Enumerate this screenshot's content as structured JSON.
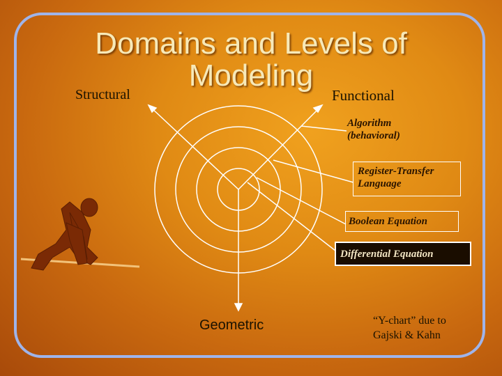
{
  "slide": {
    "title_line1": "Domains and Levels of",
    "title_line2": "Modeling",
    "axis_structural": "Structural",
    "axis_functional": "Functional",
    "axis_geometric": "Geometric",
    "levels": [
      {
        "line1": "Algorithm",
        "line2": "(behavioral)"
      },
      {
        "line1": "Register-Transfer",
        "line2": "Language"
      },
      {
        "line1": "Boolean Equation"
      },
      {
        "line1": "Differential Equation"
      }
    ],
    "credit_line1": "“Y-chart” due to",
    "credit_line2": "Gajski & Kahn"
  },
  "colors": {
    "background": "#e08a14",
    "frame": "#9fb4ea",
    "title": "#f7e9b8",
    "lines": "#ffffff",
    "runner": "#7a2a05"
  }
}
